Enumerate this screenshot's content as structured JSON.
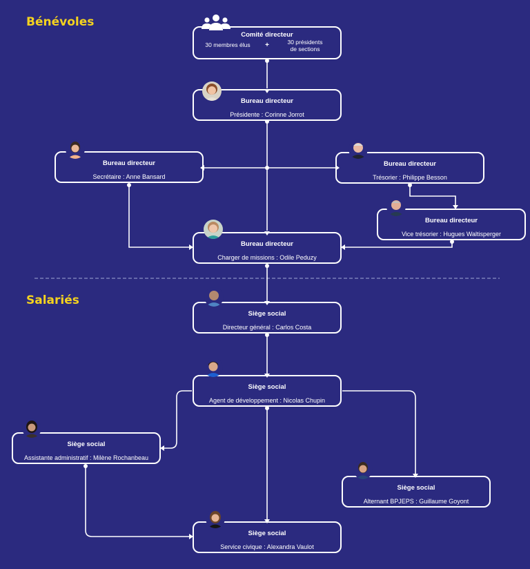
{
  "sections": {
    "benevoles": "Bénévoles",
    "salaries": "Salariés"
  },
  "comite": {
    "title": "Comité directeur",
    "left": "30 membres élus",
    "plus": "+",
    "right": "30 présidents de sections"
  },
  "nodes": {
    "presidente": {
      "title": "Bureau directeur",
      "subtitle": "Présidente : Corinne Jorrot"
    },
    "secretaire": {
      "title": "Bureau directeur",
      "subtitle": "Secrétaire : Anne Bansard"
    },
    "tresorier": {
      "title": "Bureau directeur",
      "subtitle": "Trésorier : Philippe Besson"
    },
    "vice_tresorier": {
      "title": "Bureau directeur",
      "subtitle": "Vice trésorier : Hugues Waltisperger"
    },
    "charger_missions": {
      "title": "Bureau directeur",
      "subtitle": "Charger de missions : Odile Peduzy"
    },
    "directeur_general": {
      "title": "Siège social",
      "subtitle": "Directeur général : Carlos Costa"
    },
    "agent_dev": {
      "title": "Siège social",
      "subtitle": "Agent de développement : Nicolas Chupin"
    },
    "assistante": {
      "title": "Siège social",
      "subtitle": "Assistante administratif : Milène Rochanbeau"
    },
    "alternant": {
      "title": "Siège social",
      "subtitle": "Alternant BPJEPS :  Guillaume Goyont"
    },
    "service_civique": {
      "title": "Siège social",
      "subtitle": "Service civique : Alexandra Vaulot"
    }
  },
  "colors": {
    "background": "#2b2a7f",
    "accent": "#f4d21f",
    "line": "#ffffff"
  },
  "icons": {
    "comite": "people-group-icon"
  }
}
